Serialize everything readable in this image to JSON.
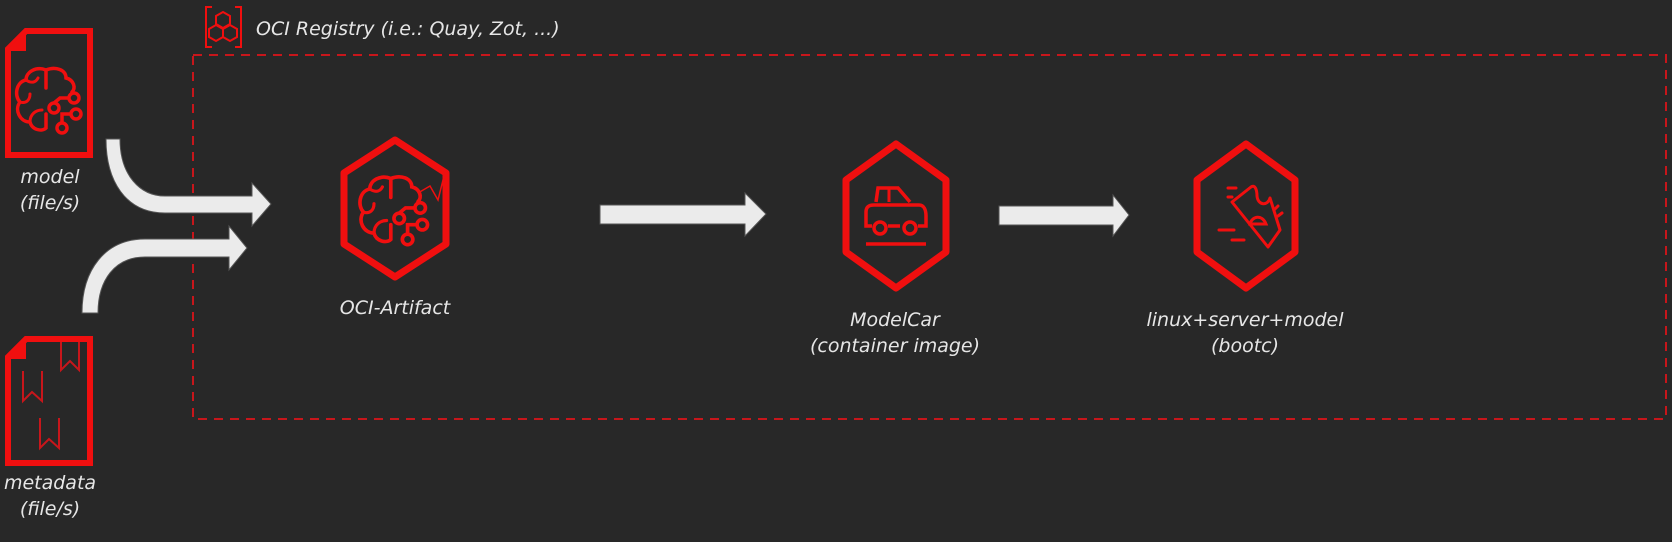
{
  "registry": {
    "title": "OCI Registry (i.e.: Quay, Zot, ...)",
    "icon": "registry-hexagons-icon"
  },
  "inputs": [
    {
      "line1": "model",
      "line2": "(file/s)",
      "icon": "brain-document-icon"
    },
    {
      "line1": "metadata",
      "line2": "(file/s)",
      "icon": "bookmark-document-icon"
    }
  ],
  "stages": [
    {
      "line1": "OCI-Artifact",
      "line2": "",
      "icon": "brain-hexagon-icon"
    },
    {
      "line1": "ModelCar",
      "line2": "(container image)",
      "icon": "car-hexagon-icon"
    },
    {
      "line1": "linux+server+model",
      "line2": "(bootc)",
      "icon": "rocket-hexagon-icon"
    }
  ],
  "colors": {
    "background": "#282828",
    "accent": "#f00f0f",
    "arrow": "#ebebeb",
    "text": "#e6e6e6"
  }
}
